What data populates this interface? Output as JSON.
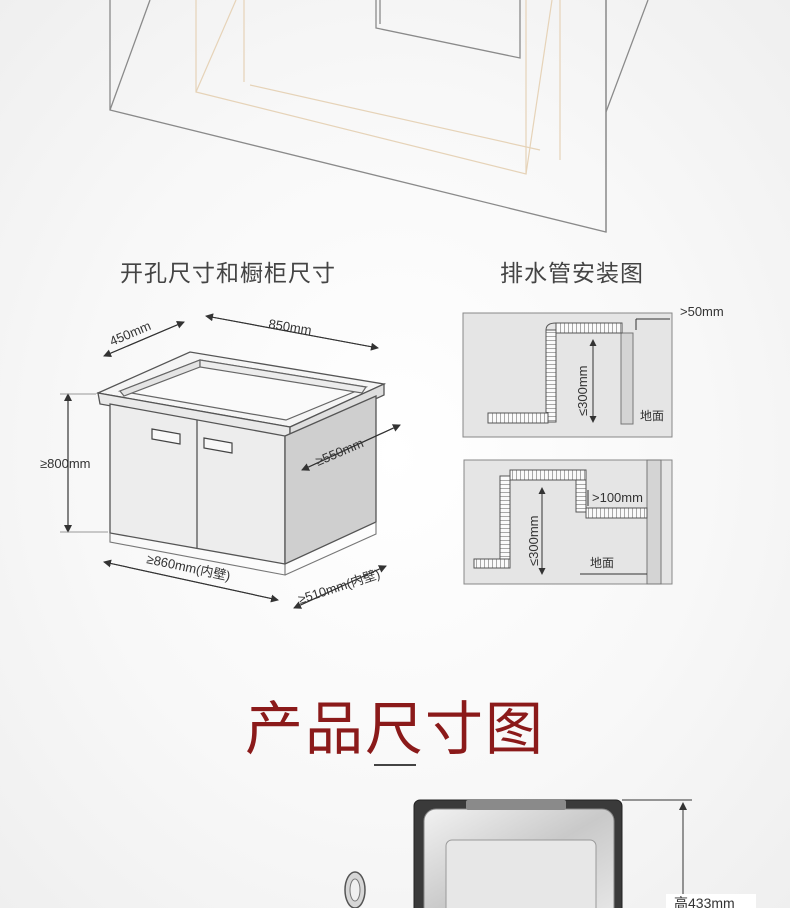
{
  "sections": {
    "cutout_title": "开孔尺寸和橱柜尺寸",
    "drain_title": "排水管安装图",
    "product_title": "产品尺寸图"
  },
  "cabinet": {
    "depth": "450mm",
    "width": "850mm",
    "inner_depth": "≥550mm",
    "height": "≥800mm",
    "inner_width": "≥860mm(内壁)",
    "inner_depth2": "≥510mm(内壁)"
  },
  "drain_top": {
    "gap": ">50mm",
    "height": "≤300mm",
    "floor": "地面"
  },
  "drain_bottom": {
    "gap": ">100mm",
    "height": "≤300mm",
    "floor": "地面"
  },
  "product": {
    "height": "高433mm"
  }
}
